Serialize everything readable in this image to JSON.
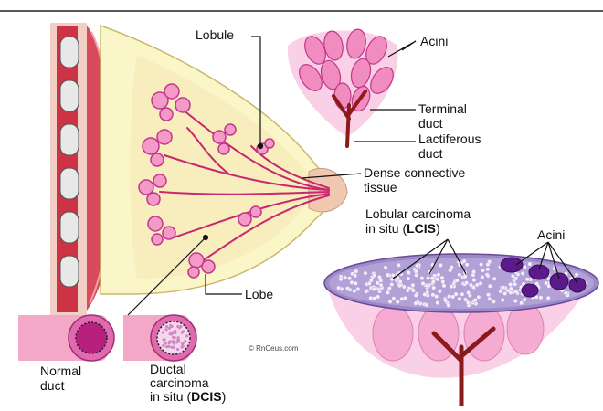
{
  "labels": {
    "lobule": "Lobule",
    "acini_top": "Acini",
    "terminal_duct_1": "Terminal",
    "terminal_duct_2": "duct",
    "lactiferous_duct_1": "Lactiferous",
    "lactiferous_duct_2": "duct",
    "dense_tissue_1": "Dense connective",
    "dense_tissue_2": "tissue",
    "lcis_1": "Lobular carcinoma",
    "lcis_2": "in situ (",
    "lcis_abbr": "LCIS",
    "lcis_close": ")",
    "acini_right": "Acini",
    "lobe": "Lobe",
    "normal_duct_1": "Normal",
    "normal_duct_2": "duct",
    "dcis_1": "Ductal",
    "dcis_2": "carcinoma",
    "dcis_3": "in situ (",
    "dcis_abbr": "DCIS",
    "dcis_close": ")"
  },
  "credit": "© RnCeus.com",
  "colors": {
    "tissue": "#faf6c8",
    "lobule_fill": "#f39ac8",
    "lobule_stroke": "#c2378a",
    "duct": "#c8286e",
    "muscle": "#d94b5c",
    "vessel": "#8b1a1a",
    "cone": "#f9c8e2"
  }
}
